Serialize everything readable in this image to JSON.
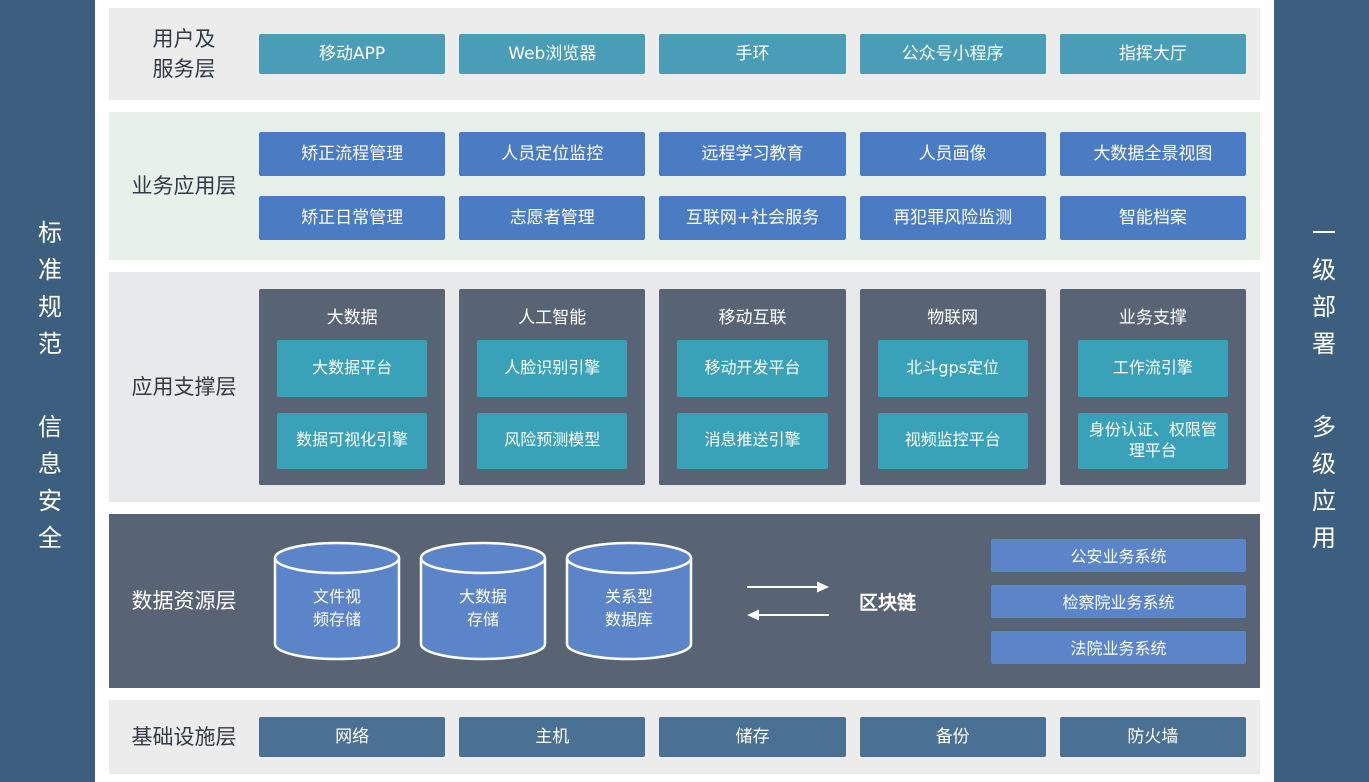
{
  "palette": {
    "sidebar_blue": "#3d5f7f",
    "teal": "#4a9db6",
    "app_blue": "#4b7cc3",
    "support_teal": "#3aa2b8",
    "dark_panel": "#586374",
    "cylinder_blue": "#5b84c9",
    "infra_steel": "#4a7094",
    "layer_gray": "#ececec",
    "layer_green": "#e8f0ea"
  },
  "sidebars": {
    "left": [
      "标准规范",
      "信息安全"
    ],
    "right": [
      "一级部署",
      "多级应用"
    ]
  },
  "layers": {
    "user_service": {
      "name": "用户及\n服务层",
      "items": [
        "移动APP",
        "Web浏览器",
        "手环",
        "公众号小程序",
        "指挥大厅"
      ]
    },
    "business_app": {
      "name": "业务应用层",
      "row1": [
        "矫正流程管理",
        "人员定位监控",
        "远程学习教育",
        "人员画像",
        "大数据全景视图"
      ],
      "row2": [
        "矫正日常管理",
        "志愿者管理",
        "互联网+社会服务",
        "再犯罪风险监测",
        "智能档案"
      ]
    },
    "app_support": {
      "name": "应用支撑层",
      "cards": [
        {
          "title": "大数据",
          "items": [
            "大数据平台",
            "数据可视化引擎"
          ]
        },
        {
          "title": "人工智能",
          "items": [
            "人脸识别引擎",
            "风险预测模型"
          ]
        },
        {
          "title": "移动互联",
          "items": [
            "移动开发平台",
            "消息推送引擎"
          ]
        },
        {
          "title": "物联网",
          "items": [
            "北斗gps定位",
            "视频监控平台"
          ]
        },
        {
          "title": "业务支撑",
          "items": [
            "工作流引擎",
            "身份认证、权限管理平台"
          ]
        }
      ]
    },
    "data_resource": {
      "name": "数据资源层",
      "cylinders": [
        "文件视\n频存储",
        "大数据\n存储",
        "关系型\n数据库"
      ],
      "blockchain": "区块链",
      "systems": [
        "公安业务系统",
        "检察院业务系统",
        "法院业务系统"
      ]
    },
    "infrastructure": {
      "name": "基础设施层",
      "items": [
        "网络",
        "主机",
        "储存",
        "备份",
        "防火墙"
      ]
    }
  }
}
